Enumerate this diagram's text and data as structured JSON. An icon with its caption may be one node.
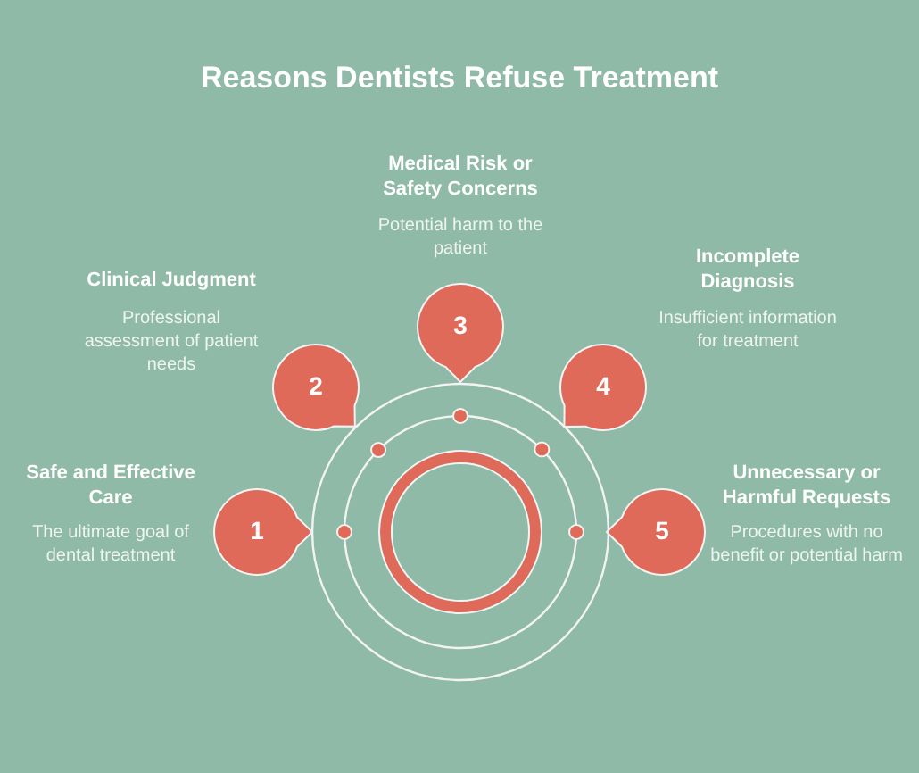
{
  "diagram": {
    "title": "Reasons Dentists Refuse Treatment",
    "nodes": [
      {
        "text": [
          "1"
        ],
        "beside": [
          "Safe and Effective Care",
          "The ultimate goal of dental treatment"
        ]
      },
      {
        "text": [
          "2"
        ],
        "beside": [
          "Clinical Judgment",
          "Professional assessment of patient needs"
        ]
      },
      {
        "text": [
          "3"
        ],
        "beside": [
          "Medical Risk or Safety Concerns",
          "Potential harm to the patient"
        ]
      },
      {
        "text": [
          "4"
        ],
        "beside": [
          "Incomplete Diagnosis",
          "Insufficient information for treatment"
        ]
      },
      {
        "text": [
          "5"
        ],
        "beside": [
          "Unnecessary or Harmful Requests",
          "Procedures with no benefit or potential harm"
        ]
      }
    ]
  }
}
